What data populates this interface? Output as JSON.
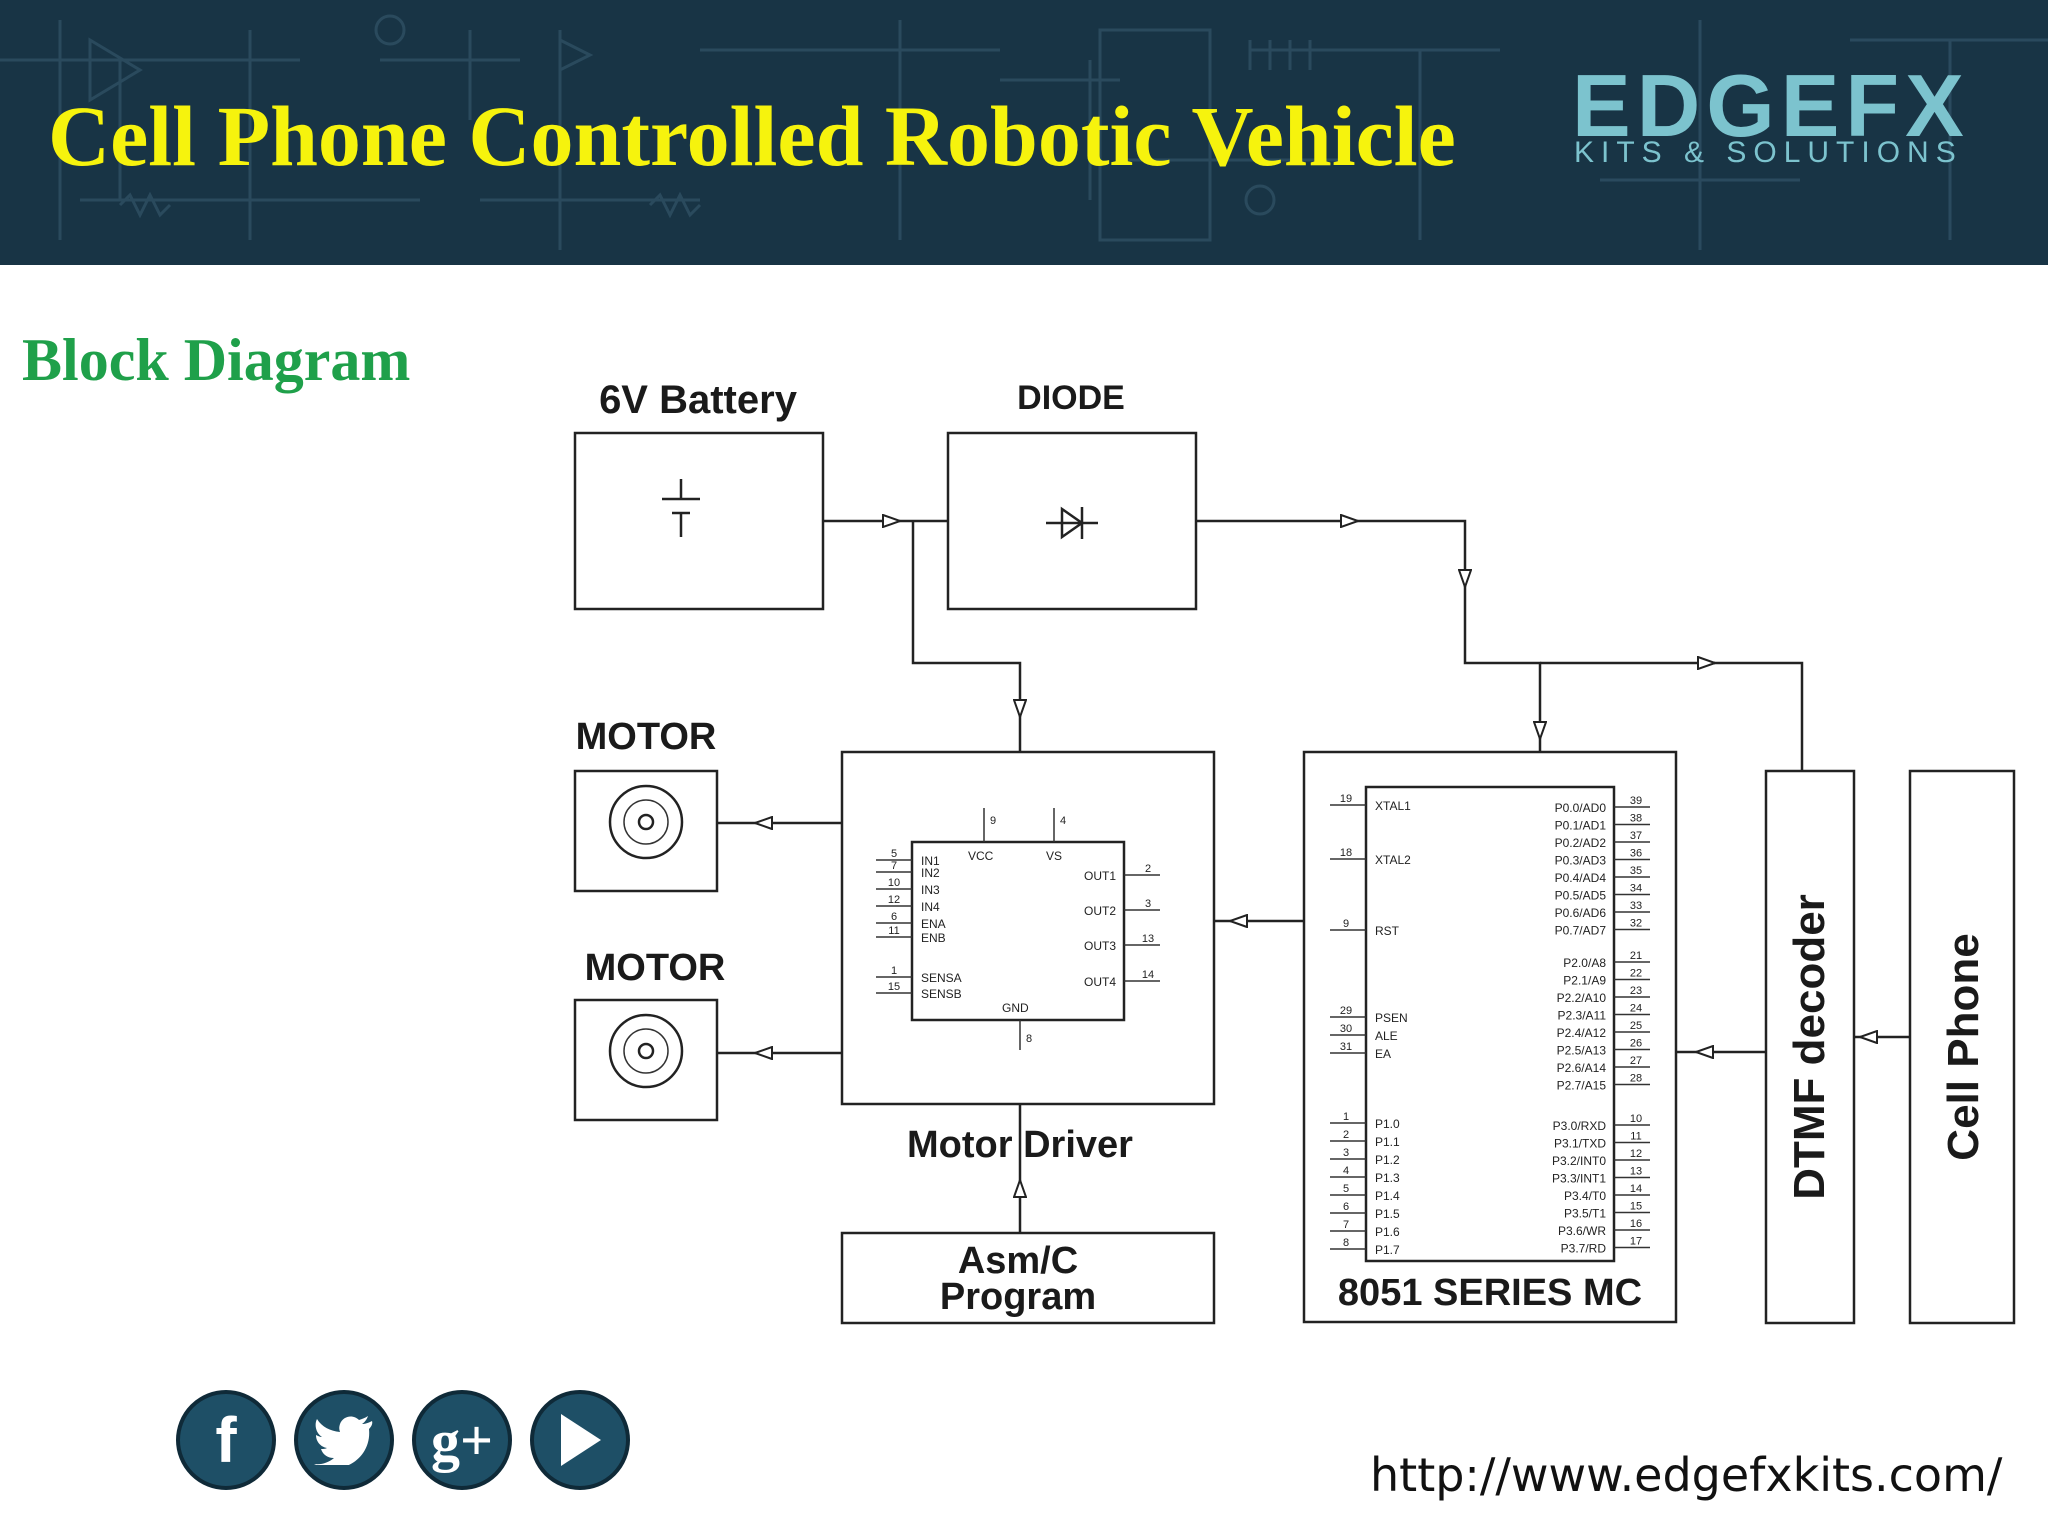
{
  "header": {
    "title": "Cell Phone Controlled Robotic Vehicle",
    "logo_main": "EDGEFX",
    "logo_sub": "KITS & SOLUTIONS"
  },
  "section_title": "Block Diagram",
  "diagram": {
    "blocks": {
      "battery": "6V Battery",
      "diode": "DIODE",
      "motor_1": "MOTOR",
      "motor_2": "MOTOR",
      "motor_driver": "Motor Driver",
      "program_line1": "Asm/C",
      "program_line2": "Program",
      "mcu": "8051 SERIES MC",
      "dtmf": "DTMF decoder",
      "phone": "Cell Phone"
    },
    "driver_ic": {
      "left_pins": [
        {
          "num": "5",
          "name": "IN1"
        },
        {
          "num": "7",
          "name": "IN2"
        },
        {
          "num": "10",
          "name": "IN3"
        },
        {
          "num": "12",
          "name": "IN4"
        },
        {
          "num": "6",
          "name": "ENA"
        },
        {
          "num": "11",
          "name": "ENB"
        },
        {
          "num": "1",
          "name": "SENSA"
        },
        {
          "num": "15",
          "name": "SENSB"
        }
      ],
      "right_pins": [
        {
          "num": "2",
          "name": "OUT1"
        },
        {
          "num": "3",
          "name": "OUT2"
        },
        {
          "num": "13",
          "name": "OUT3"
        },
        {
          "num": "14",
          "name": "OUT4"
        }
      ],
      "top_pins": [
        {
          "num": "9",
          "name": "VCC"
        },
        {
          "num": "4",
          "name": "VS"
        }
      ],
      "bottom_pins": [
        {
          "num": "8",
          "name": "GND"
        }
      ]
    },
    "mcu_ic": {
      "left_pins": [
        {
          "num": "19",
          "name": "XTAL1"
        },
        {
          "num": "18",
          "name": "XTAL2"
        },
        {
          "num": "9",
          "name": "RST"
        },
        {
          "num": "29",
          "name": "PSEN"
        },
        {
          "num": "30",
          "name": "ALE"
        },
        {
          "num": "31",
          "name": "EA"
        },
        {
          "num": "1",
          "name": "P1.0"
        },
        {
          "num": "2",
          "name": "P1.1"
        },
        {
          "num": "3",
          "name": "P1.2"
        },
        {
          "num": "4",
          "name": "P1.3"
        },
        {
          "num": "5",
          "name": "P1.4"
        },
        {
          "num": "6",
          "name": "P1.5"
        },
        {
          "num": "7",
          "name": "P1.6"
        },
        {
          "num": "8",
          "name": "P1.7"
        }
      ],
      "right_pins": [
        {
          "num": "39",
          "name": "P0.0/AD0"
        },
        {
          "num": "38",
          "name": "P0.1/AD1"
        },
        {
          "num": "37",
          "name": "P0.2/AD2"
        },
        {
          "num": "36",
          "name": "P0.3/AD3"
        },
        {
          "num": "35",
          "name": "P0.4/AD4"
        },
        {
          "num": "34",
          "name": "P0.5/AD5"
        },
        {
          "num": "33",
          "name": "P0.6/AD6"
        },
        {
          "num": "32",
          "name": "P0.7/AD7"
        },
        {
          "num": "21",
          "name": "P2.0/A8"
        },
        {
          "num": "22",
          "name": "P2.1/A9"
        },
        {
          "num": "23",
          "name": "P2.2/A10"
        },
        {
          "num": "24",
          "name": "P2.3/A11"
        },
        {
          "num": "25",
          "name": "P2.4/A12"
        },
        {
          "num": "26",
          "name": "P2.5/A13"
        },
        {
          "num": "27",
          "name": "P2.6/A14"
        },
        {
          "num": "28",
          "name": "P2.7/A15"
        },
        {
          "num": "10",
          "name": "P3.0/RXD"
        },
        {
          "num": "11",
          "name": "P3.1/TXD"
        },
        {
          "num": "12",
          "name": "P3.2/INT0"
        },
        {
          "num": "13",
          "name": "P3.3/INT1"
        },
        {
          "num": "14",
          "name": "P3.4/T0"
        },
        {
          "num": "15",
          "name": "P3.5/T1"
        },
        {
          "num": "16",
          "name": "P3.6/WR"
        },
        {
          "num": "17",
          "name": "P3.7/RD"
        }
      ]
    }
  },
  "social": {
    "facebook": "f",
    "google_plus": "g+"
  },
  "footer_url": "http://www.edgefxkits.com/"
}
